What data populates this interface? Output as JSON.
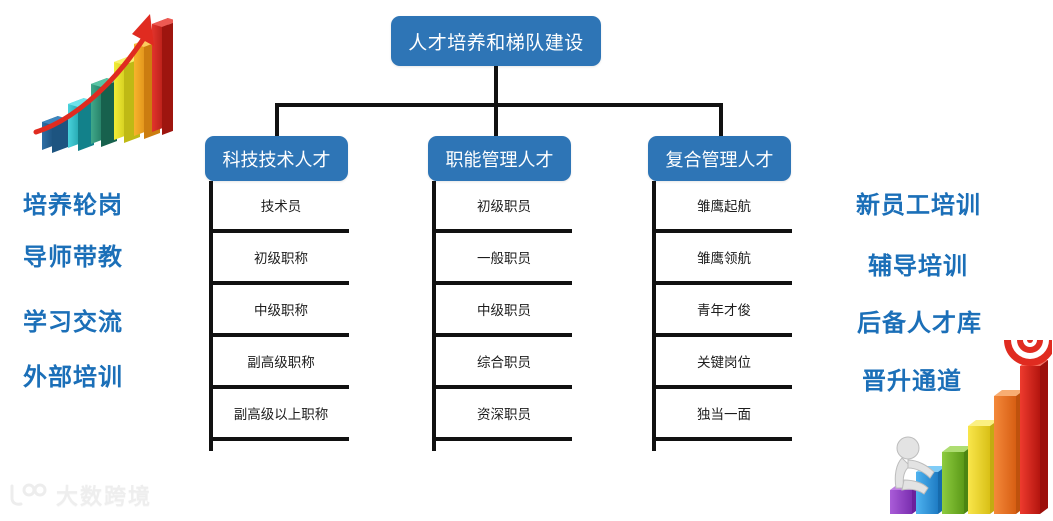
{
  "title": {
    "text": "人才培养和梯队建设"
  },
  "categories": [
    {
      "label": "科技技术人才",
      "items": [
        "技术员",
        "初级职称",
        "中级职称",
        "副高级职称",
        "副高级以上职称"
      ]
    },
    {
      "label": "职能管理人才",
      "items": [
        "初级职员",
        "一般职员",
        "中级职员",
        "综合职员",
        "资深职员"
      ]
    },
    {
      "label": "复合管理人才",
      "items": [
        "雏鹰起航",
        "雏鹰领航",
        "青年才俊",
        "关键岗位",
        "独当一面"
      ]
    }
  ],
  "left_labels": [
    "培养轮岗",
    "导师带教",
    "学习交流",
    "外部培训"
  ],
  "right_labels": [
    "新员工培训",
    "辅导培训",
    "后备人才库",
    "晋升通道"
  ],
  "watermark": {
    "text": "大数跨境"
  },
  "icons": {
    "growth_chart": "growth-bar-chart-icon",
    "stairs": "climbing-stairs-target-icon",
    "logo_mark": "logo-mark-icon"
  },
  "colors": {
    "box_blue": "#2E75B6",
    "label_blue": "#1B6FB8",
    "connector": "#111111",
    "item_text": "#1d1d1d",
    "background": "#ffffff"
  }
}
